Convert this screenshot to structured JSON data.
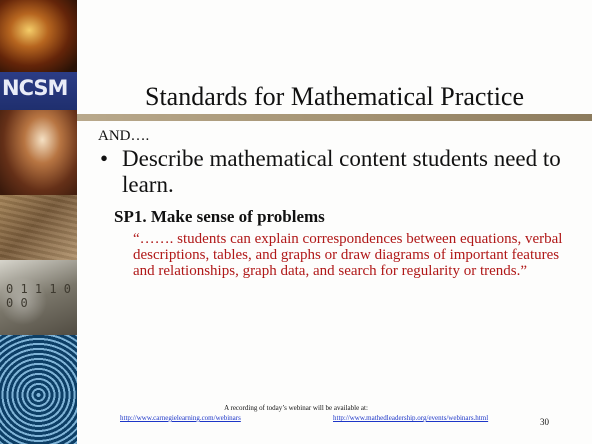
{
  "sidebar": {
    "logo_text": "NCSM",
    "image_digits": "0 1 1 1 0 0 0"
  },
  "slide": {
    "title": "Standards for Mathematical Practice",
    "and_text": "AND….",
    "bullet_symbol": "•",
    "bullet_text": "Describe mathematical content students need to learn.",
    "sp1_heading": "SP1. Make sense of problems",
    "quote": "“……. students can explain correspondences between equations, verbal descriptions, tables, and graphs or draw diagrams of important features and relationships, graph data, and search for regularity or trends.”"
  },
  "footer": {
    "note": "A recording of today’s webinar will be available at:",
    "link1": "http://www.carnegielearning.com/webinars",
    "link2": "http://www.mathedleadership.org/events/webinars.html",
    "page_number": "30"
  },
  "colors": {
    "quote_red": "#b01818",
    "link_blue": "#1d36c8",
    "rule_tan": "#a39272"
  }
}
